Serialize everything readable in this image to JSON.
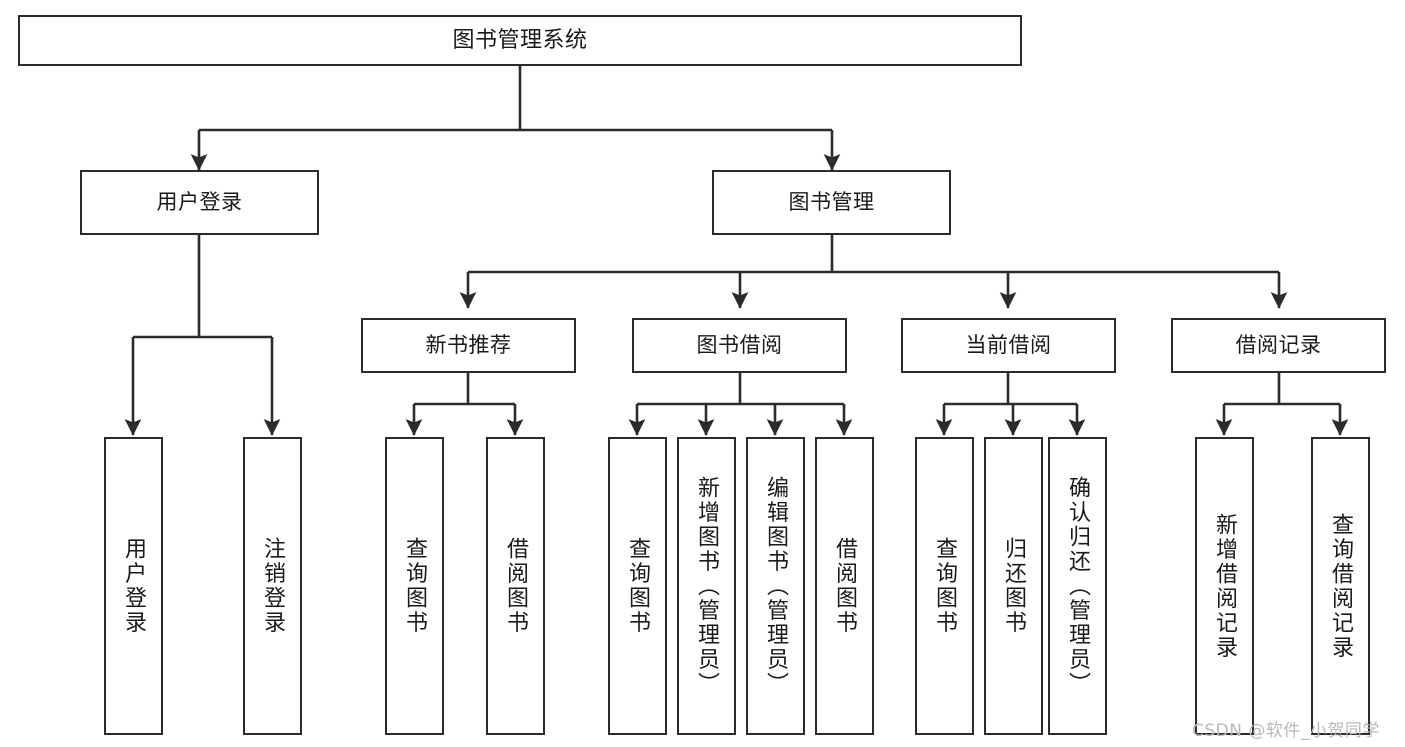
{
  "diagram": {
    "title": "图书管理系统",
    "type": "tree-hierarchy-diagram",
    "colors": {
      "box_border": "#2b2b2b",
      "box_fill": "#ffffff",
      "edge": "#2b2b2b",
      "text": "#1a1a1a",
      "watermark": "#b9b9b9"
    }
  },
  "nodes": {
    "root": {
      "label": "图书管理系统"
    },
    "level2": [
      {
        "label": "用户登录"
      },
      {
        "label": "图书管理"
      }
    ],
    "level3": [
      {
        "label": "新书推荐"
      },
      {
        "label": "图书借阅"
      },
      {
        "label": "当前借阅"
      },
      {
        "label": "借阅记录"
      }
    ],
    "leaves": {
      "user_login": [
        {
          "label": "用户登录"
        },
        {
          "label": "注销登录"
        }
      ],
      "new_book_recommend": [
        {
          "label": "查询图书"
        },
        {
          "label": "借阅图书"
        }
      ],
      "book_borrow": [
        {
          "label": "查询图书"
        },
        {
          "label": "新增图书（管理员）"
        },
        {
          "label": "编辑图书（管理员）"
        },
        {
          "label": "借阅图书"
        }
      ],
      "current_borrow": [
        {
          "label": "查询图书"
        },
        {
          "label": "归还图书"
        },
        {
          "label": "确认归还（管理员）"
        }
      ],
      "borrow_record": [
        {
          "label": "新增借阅记录"
        },
        {
          "label": "查询借阅记录"
        }
      ]
    }
  },
  "watermark": {
    "text": "CSDN @软件_小贺同学"
  }
}
